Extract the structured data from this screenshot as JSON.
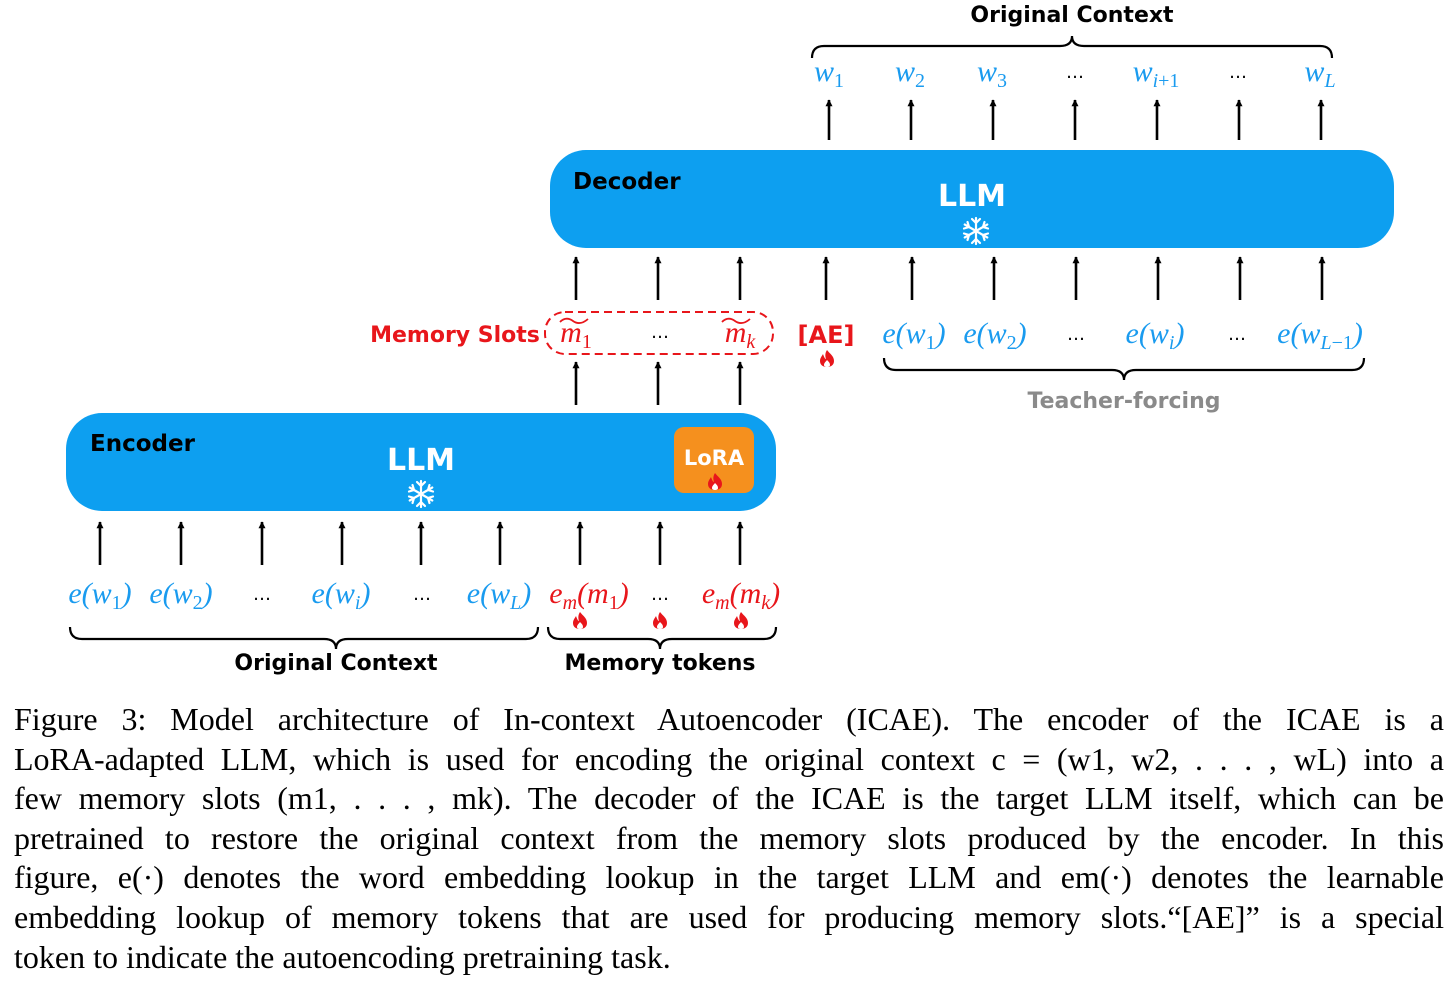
{
  "decoder": {
    "label": "Decoder",
    "model": "LLM",
    "output_tokens": [
      "w1",
      "w2",
      "w3",
      "…",
      "wi+1",
      "…",
      "wL"
    ],
    "output_label": "Original Context",
    "input_tokens": [
      "e(w1)",
      "e(w2)",
      "…",
      "e(wi)",
      "…",
      "e(wL−1)"
    ],
    "teacher_forcing_label": "Teacher-forcing",
    "ae_token": "[AE]"
  },
  "memory_slots": {
    "label": "Memory Slots",
    "tokens": [
      "m1",
      "…",
      "mk"
    ]
  },
  "encoder": {
    "label": "Encoder",
    "model": "LLM",
    "lora_label": "LoRA",
    "context_tokens": [
      "e(w1)",
      "e(w2)",
      "…",
      "e(wi)",
      "…",
      "e(wL)"
    ],
    "memory_tokens": [
      "em(m1)",
      "…",
      "em(mk)"
    ],
    "context_label": "Original Context",
    "memory_tokens_label": "Memory tokens"
  },
  "colors": {
    "box_blue": "#0d9ff0",
    "token_blue": "#1a9bef",
    "memory_red": "#e8161b",
    "lora_orange": "#f5901e",
    "teacher_gray": "#8a8a8a"
  },
  "icons": [
    "snowflake-icon",
    "fire-icon"
  ],
  "caption": {
    "lines": [
      "Figure 3: Model architecture of In-context Autoencoder (ICAE). The encoder of the ICAE is a",
      "LoRA-adapted LLM, which is used for encoding the original context c = (w1, w2, . . . , wL) into a",
      "few memory slots (m1, . . . , mk). The decoder of the ICAE is the target LLM itself, which can be",
      "pretrained to restore the original context from the memory slots produced by the encoder. In this",
      "figure, e(·) denotes the word embedding lookup in the target LLM and em(·) denotes the learnable",
      "embedding lookup of memory tokens that are used for producing memory slots.“[AE]” is a special",
      "token to indicate the autoencoding pretraining task."
    ]
  }
}
